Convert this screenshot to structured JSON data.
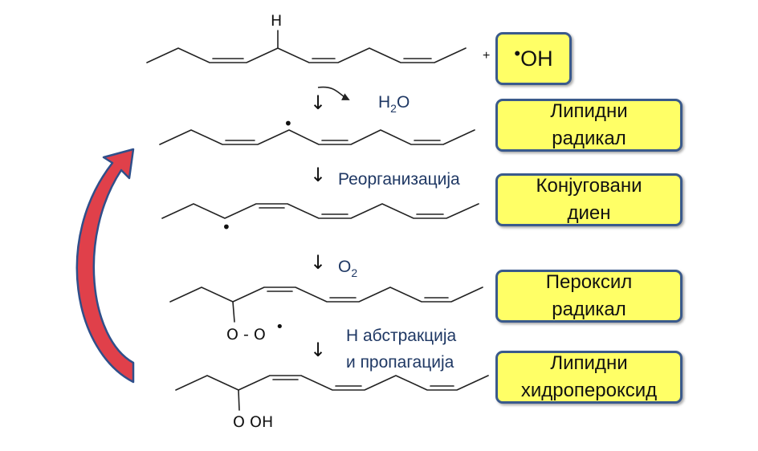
{
  "reactant": {
    "h_atom": "H",
    "plus": "+",
    "radical_dot": "•",
    "hydroxyl_label": "OH"
  },
  "steps": [
    {
      "arrow": "↓",
      "label_main": "H",
      "label_sub": "2",
      "label_tail": "O"
    },
    {
      "arrow": "↓",
      "label_line1": "Реорганизација"
    },
    {
      "arrow": "↓",
      "label_main": "O",
      "label_sub": "2"
    },
    {
      "arrow": "↓",
      "label_line1": "Н абстракција",
      "label_line2": "и пропагација"
    }
  ],
  "structures": {
    "radical_dot": "•",
    "peroxyl_group": "O - O",
    "hydroperoxide_group": "O OH"
  },
  "boxes": [
    {
      "text": "OH"
    },
    {
      "text": "Липидни\nрадикал"
    },
    {
      "text": "Конјуговани\nдиен"
    },
    {
      "text": "Пероксил\nрадикал"
    },
    {
      "text": "Липидни\nхидропероксид"
    }
  ],
  "colors": {
    "box_fill": "#ffff66",
    "box_border": "#3a5a8c",
    "label_text": "#1f3864",
    "cycle_arrow": "#e0404a",
    "cycle_arrow_outline": "#2f4f8a"
  }
}
